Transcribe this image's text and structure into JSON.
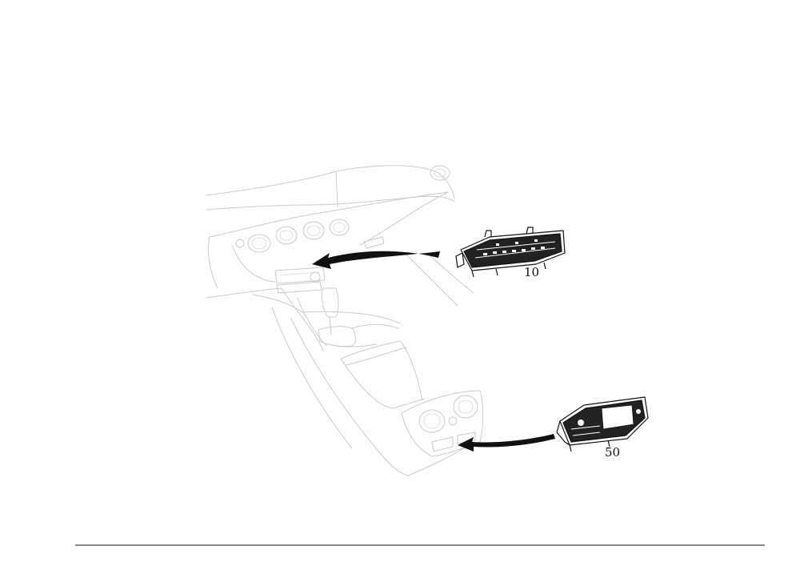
{
  "figure": {
    "parts": [
      {
        "id": "front-climate-control-unit",
        "label": "10"
      },
      {
        "id": "rear-climate-control-unit",
        "label": "50"
      }
    ],
    "colors": {
      "line": "#111111",
      "ghost": "#c9c9c9",
      "background": "#ffffff"
    }
  }
}
